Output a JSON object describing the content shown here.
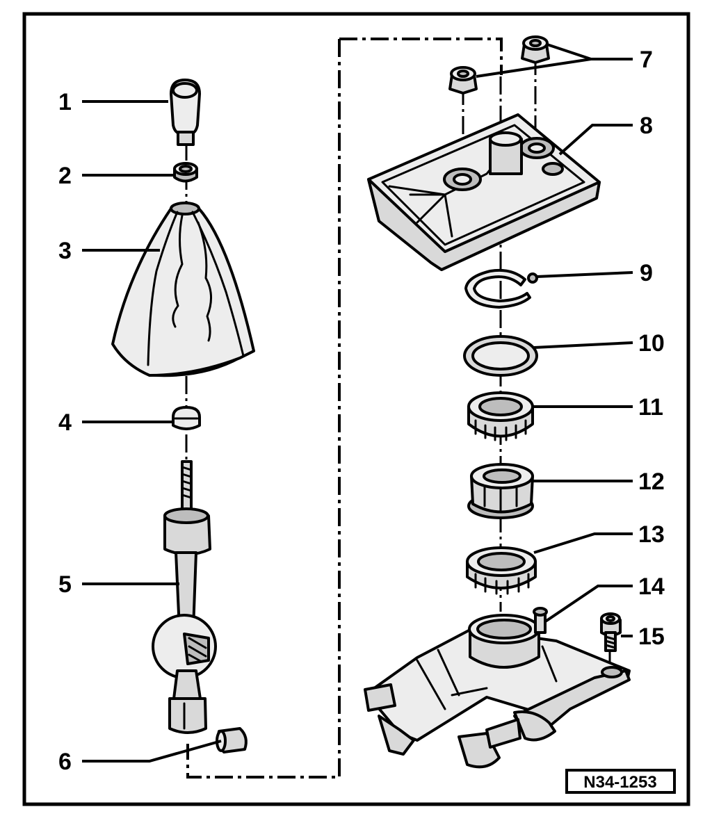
{
  "figure_ref": "N34-1253",
  "callouts": [
    {
      "id": "1",
      "label": "1"
    },
    {
      "id": "2",
      "label": "2"
    },
    {
      "id": "3",
      "label": "3"
    },
    {
      "id": "4",
      "label": "4"
    },
    {
      "id": "5",
      "label": "5"
    },
    {
      "id": "6",
      "label": "6"
    },
    {
      "id": "7",
      "label": "7"
    },
    {
      "id": "8",
      "label": "8"
    },
    {
      "id": "9",
      "label": "9"
    },
    {
      "id": "10",
      "label": "10"
    },
    {
      "id": "11",
      "label": "11"
    },
    {
      "id": "12",
      "label": "12"
    },
    {
      "id": "13",
      "label": "13"
    },
    {
      "id": "14",
      "label": "14"
    },
    {
      "id": "15",
      "label": "15"
    }
  ]
}
